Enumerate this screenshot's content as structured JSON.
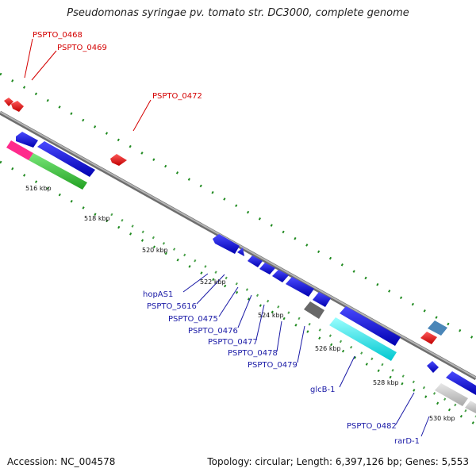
{
  "header": {
    "title": "Pseudomonas syringae pv. tomato str. DC3000, complete genome"
  },
  "footer": {
    "accession": "Accession: NC_004578",
    "topology": "Topology: circular; Length: 6,397,126 bp; Genes: 5,553"
  },
  "map": {
    "kbp_labels": [
      "516 kbp",
      "518 kbp",
      "520 kbp",
      "522 kbp",
      "524 kbp",
      "526 kbp",
      "528 kbp",
      "530 kbp"
    ],
    "red_labels": [
      "PSPTO_0468",
      "PSPTO_0469",
      "PSPTO_0472"
    ],
    "blue_labels": [
      "hopAS1",
      "PSPTO_5616",
      "PSPTO_0475",
      "PSPTO_0476",
      "PSPTO_0477",
      "PSPTO_0478",
      "PSPTO_0479",
      "glcB-1",
      "PSPTO_0482",
      "rarD-1"
    ],
    "colors": {
      "red_gene": "#ff1a1a",
      "blue_gene": "#1010e0",
      "cyan_gene": "#20f0f0",
      "green_gene": "#3ccc3c",
      "magenta_gene": "#ff2a8c",
      "gray_gene": "#707070",
      "light_gray_gene": "#c8c8c8",
      "steel_gene": "#4a86b8",
      "backbone": "#8a8a8a",
      "tick": "#1f8a1f"
    }
  }
}
